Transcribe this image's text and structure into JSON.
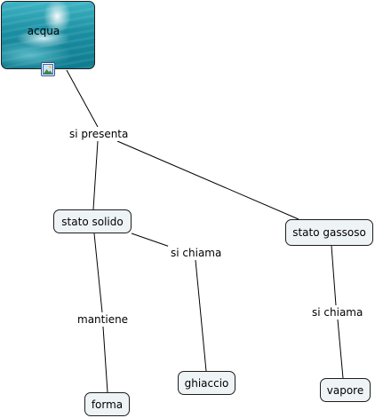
{
  "concepts": {
    "acqua": "acqua",
    "solido": "stato solido",
    "gassoso": "stato gassoso",
    "forma": "forma",
    "ghiaccio": "ghiaccio",
    "vapore": "vapore"
  },
  "linking_phrases": {
    "si_presenta": "si presenta",
    "si_chiama_solido": "si chiama",
    "mantiene": "mantiene",
    "si_chiama_gassoso": "si chiama"
  },
  "icons": {
    "acqua_attachment": "image-icon"
  }
}
